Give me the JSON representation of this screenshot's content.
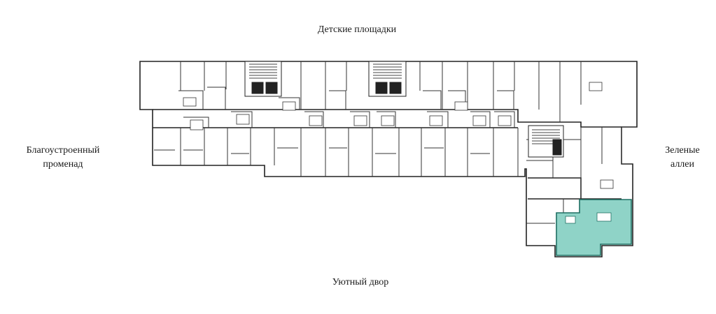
{
  "labels": {
    "top": "Детские площадки",
    "bottom": "Уютный двор",
    "left_line1": "Благоустроенный",
    "left_line2": "променад",
    "right_line1": "Зеленые",
    "right_line2": "аллеи"
  },
  "colors": {
    "wall": "#222222",
    "highlight": "#8fd3c7",
    "highlight_border": "#1f6f63",
    "background": "#ffffff"
  }
}
